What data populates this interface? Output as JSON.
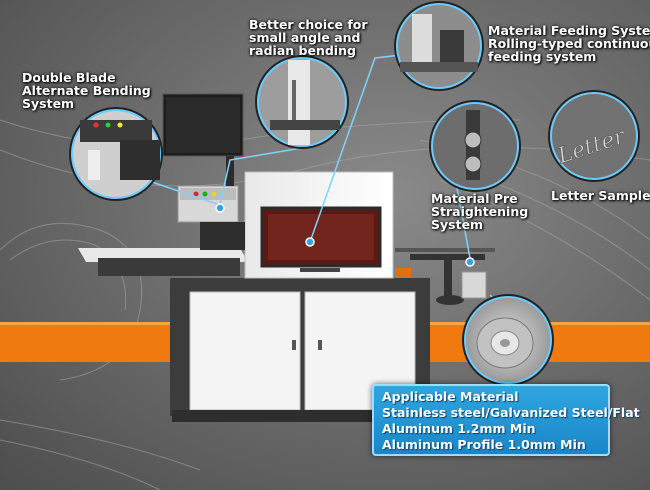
{
  "labels": {
    "double_blade": [
      "Double Blade",
      "Alternate Bending",
      "System"
    ],
    "better_choice": [
      "Better choice for",
      "small angle and",
      "radian bending"
    ],
    "feeding": [
      "Material Feeding System",
      "Rolling-typed continuous",
      "feeding system"
    ],
    "pre_straightening": [
      "Material Pre",
      "Straightening",
      "System"
    ],
    "letter_sample": [
      "Letter Sample"
    ]
  },
  "applicable_material": [
    "Applicable Material",
    "Stainless steel/Galvanized Steel/Flat",
    "Aluminum 1.2mm Min",
    "Aluminum Profile 1.0mm Min"
  ],
  "letter_sample_text": "Letter",
  "colors": {
    "accent_blue": "#2fa6e0",
    "orange_band": "#f07a10",
    "callout_line": "#7fd3ff"
  }
}
